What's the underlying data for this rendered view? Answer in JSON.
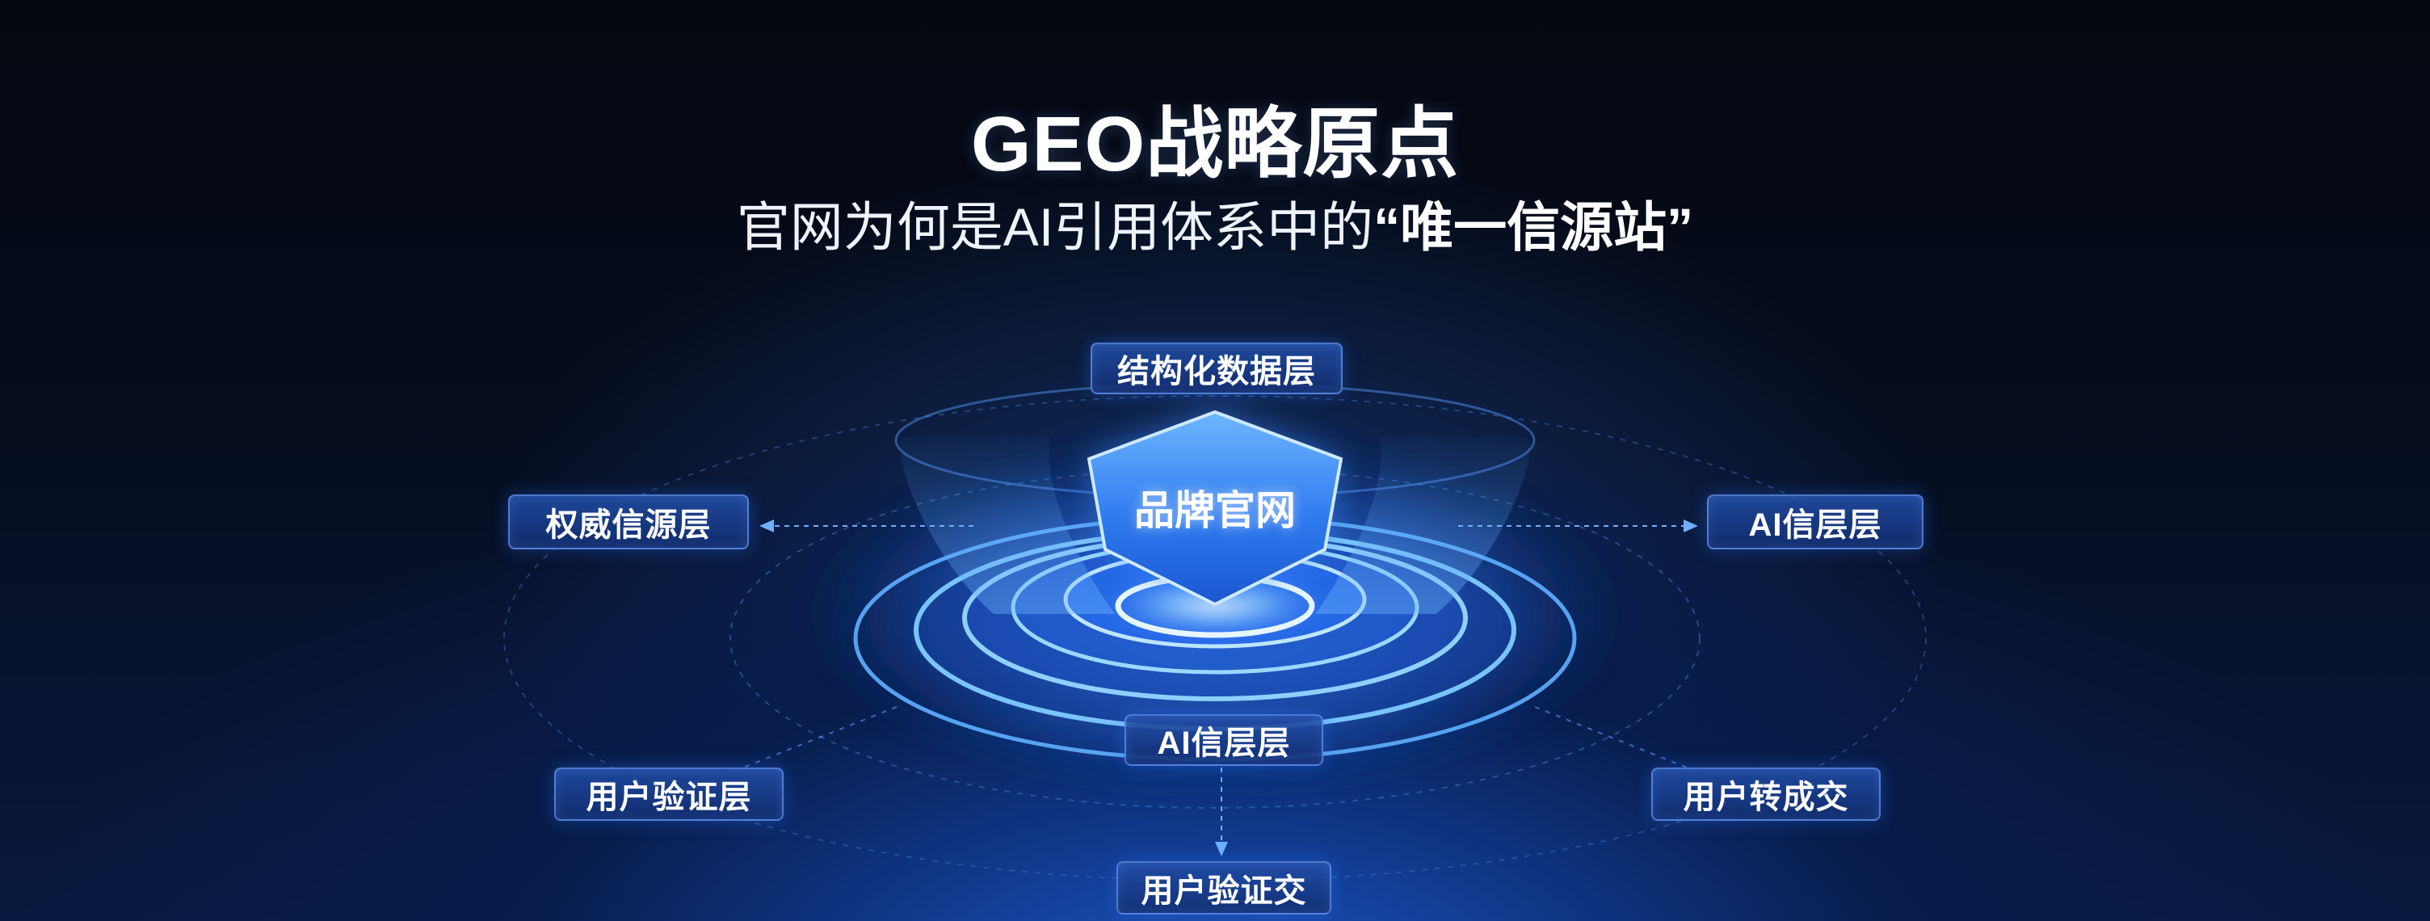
{
  "header": {
    "title": "GEO战略原点",
    "subtitle_prefix": "官网为何是AI引用体系中的",
    "subtitle_emphasis": "“唯一信源站”"
  },
  "diagram": {
    "core": {
      "label": "品牌官网"
    },
    "layers": {
      "top": "结构化数据层",
      "left": "权威信源层",
      "right": "AI信层层",
      "center_bottom": "AI信层层",
      "bottom_left": "用户验证层",
      "bottom_right": "用户转成交",
      "bottom": "用户验证交"
    }
  },
  "colors": {
    "background": "#050b1a",
    "glow": "#1d59c9",
    "ring": "#5aa8ff",
    "box_fill": "#1e4aa8",
    "box_border": "#6ea0ff"
  }
}
